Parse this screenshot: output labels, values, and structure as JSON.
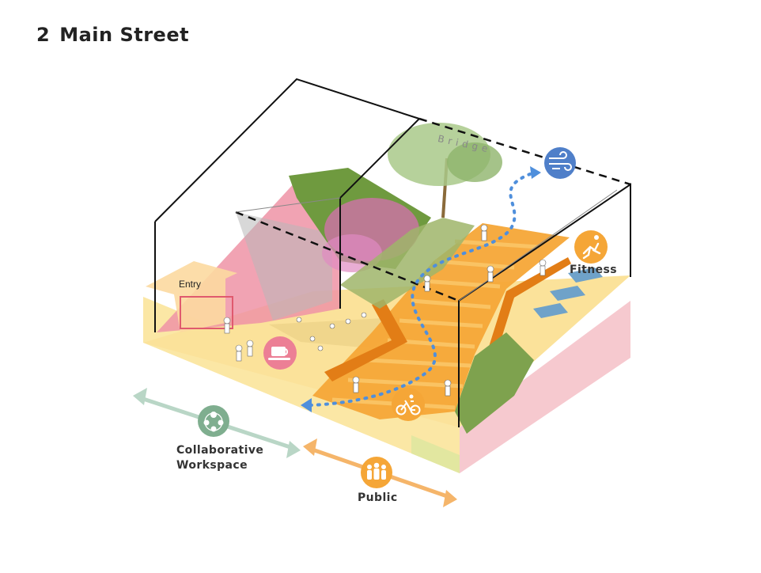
{
  "title": {
    "number": "2",
    "text": "Main Street"
  },
  "labels": {
    "entry": "Entry",
    "bridge": "Bridge",
    "fitness": "Fitness",
    "collab_line1": "Collaborative",
    "collab_line2": "Workspace",
    "public": "Public"
  },
  "icons": {
    "wind": "wind-icon",
    "fitness": "runner-icon",
    "cafe": "coffee-cup-icon",
    "bike": "bicycle-icon",
    "collab": "group-icon",
    "public": "people-icon"
  },
  "colors": {
    "orange": "#f5a637",
    "orange_dark": "#e27d16",
    "yellow_floor": "#fbe29a",
    "pink": "#ee93a6",
    "green_arrow": "#b9d6c6",
    "collab_green": "#7fae8f",
    "cafe_pink": "#ec7f95",
    "wind_blue": "#4f7fc9",
    "path_blue": "#4f8fdc",
    "table_blue": "#6fa2c9"
  }
}
